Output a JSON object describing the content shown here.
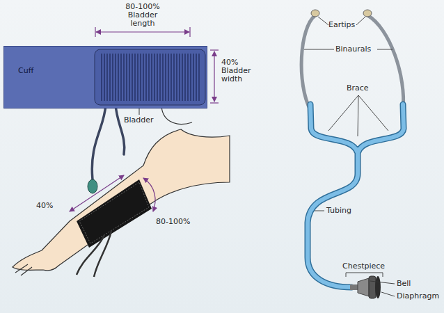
{
  "diagram": {
    "nodes": [
      {
        "text": [
          "Cuff"
        ]
      }
    ],
    "labels": [
      "80-100% Bladder length",
      "40% Bladder width",
      "Bladder",
      "40%",
      "80-100%",
      "Eartips",
      "Binaurals",
      "Brace",
      "Tubing",
      "Chestpiece",
      "Bell",
      "Diaphragm"
    ]
  }
}
